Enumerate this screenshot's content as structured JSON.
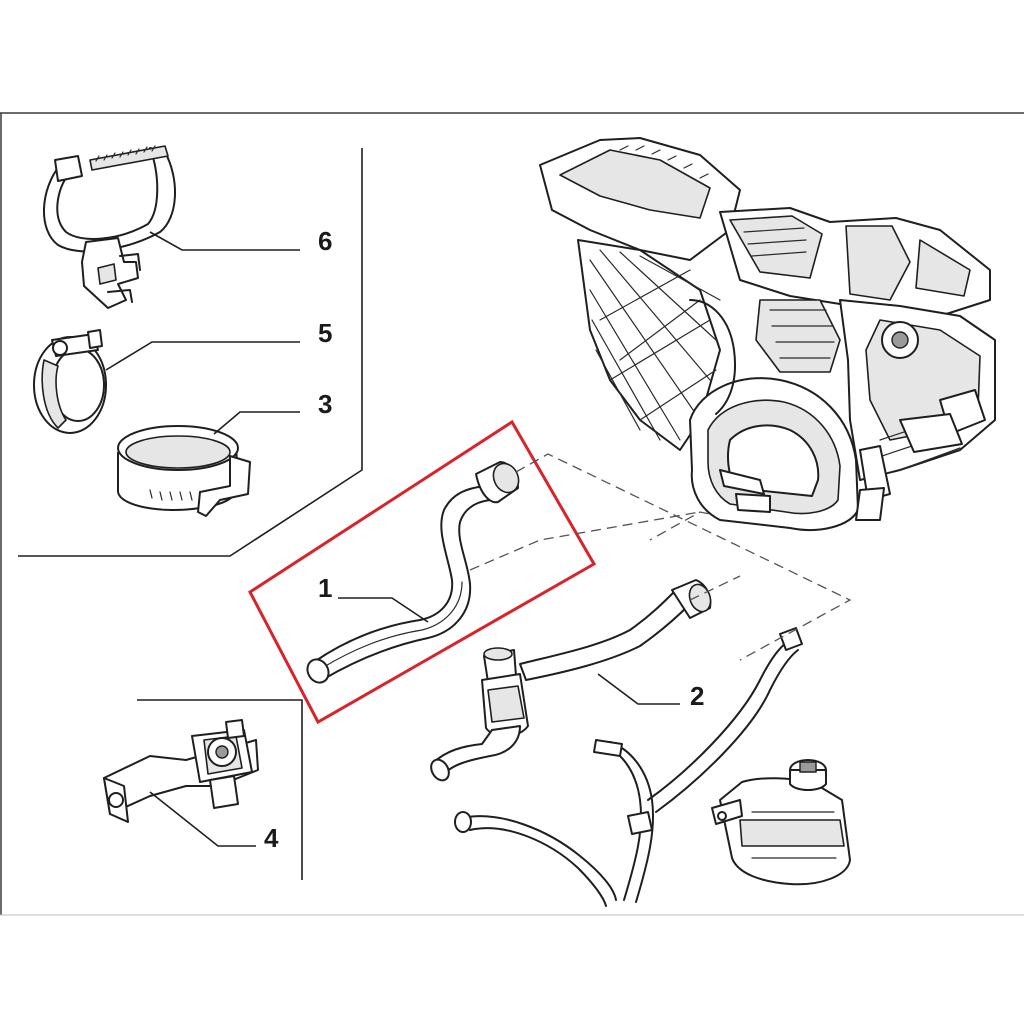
{
  "diagram": {
    "callouts": [
      {
        "id": "part-1",
        "label": "1"
      },
      {
        "id": "part-2",
        "label": "2"
      },
      {
        "id": "part-3",
        "label": "3"
      },
      {
        "id": "part-4",
        "label": "4"
      },
      {
        "id": "part-5",
        "label": "5"
      },
      {
        "id": "part-6",
        "label": "6"
      }
    ],
    "highlight": {
      "color": "#d9232a",
      "part": "1"
    },
    "colors": {
      "ink": "#1f1f1f",
      "frame": "#3a3a3a",
      "background": "#ffffff"
    }
  }
}
